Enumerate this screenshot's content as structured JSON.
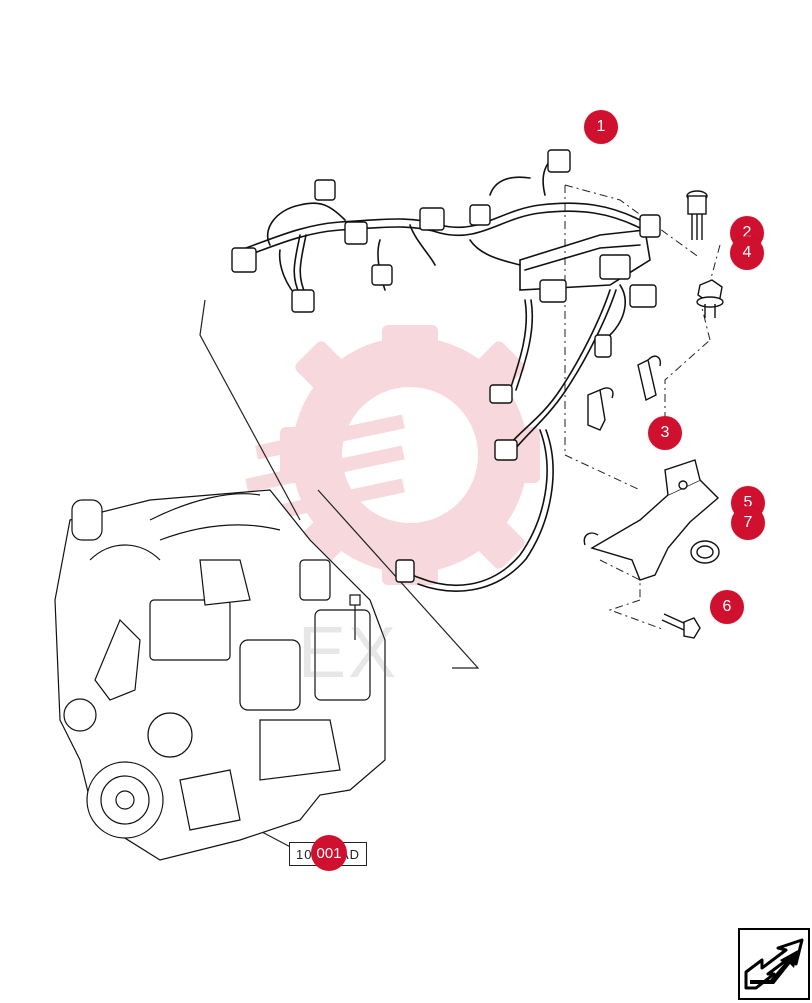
{
  "callouts": {
    "c1": "1",
    "c2": "2",
    "c4": "4",
    "c3": "3",
    "c5": "5",
    "c7": "7",
    "c6": "6"
  },
  "reference": {
    "left_text": "10",
    "circle_text": "001",
    "right_text": "AD"
  },
  "watermark": {
    "text": "EX"
  },
  "colors": {
    "callout": "#d0102f",
    "watermark": "#f2c5cc",
    "line": "#222222"
  },
  "icons": {
    "nav": "next-page-arrow-icon",
    "watermark": "gear-logo-watermark"
  }
}
